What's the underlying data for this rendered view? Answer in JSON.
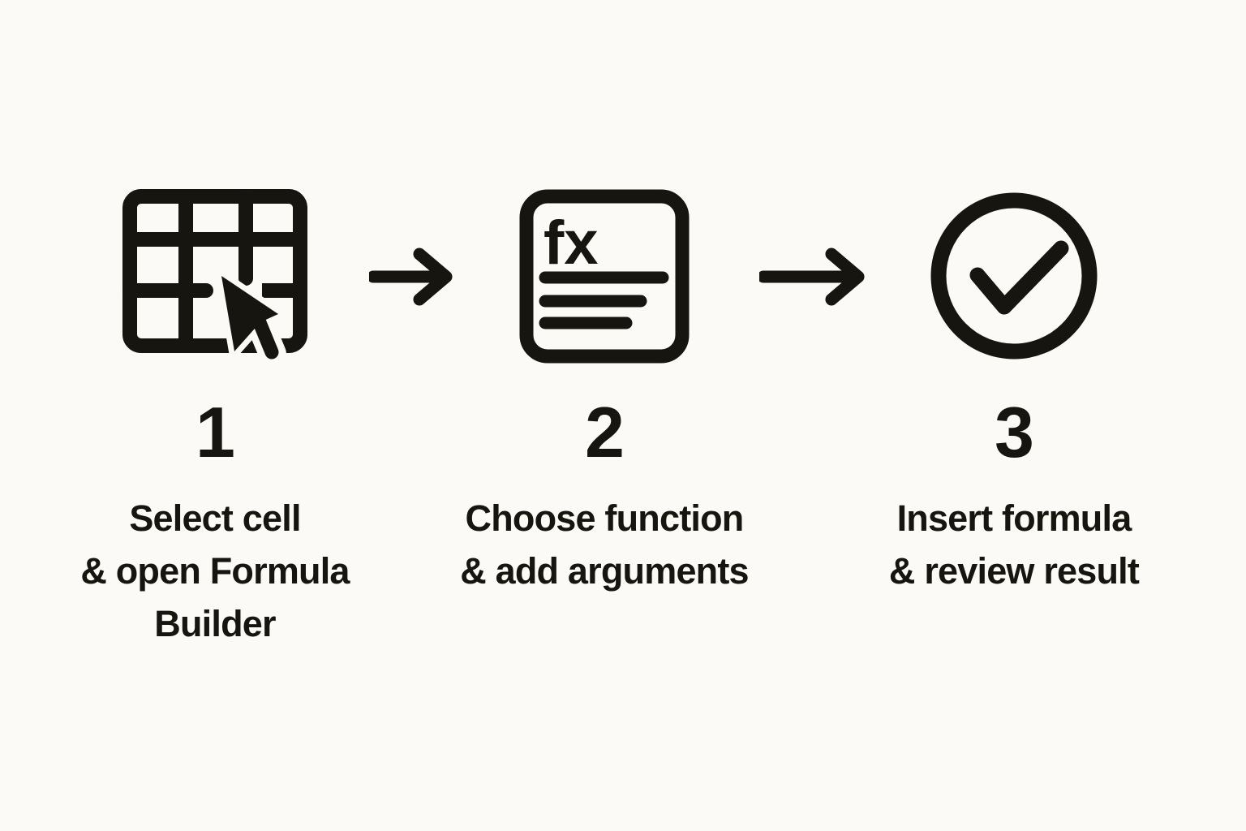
{
  "colors": {
    "background": "#fbfaf7",
    "ink": "#17150f"
  },
  "icons": {
    "step1": "table-with-cursor-icon",
    "step2": "fx-document-icon",
    "step3": "check-circle-icon",
    "between_steps": "right-arrow-icon",
    "fx_label": "fx"
  },
  "steps": [
    {
      "number": "1",
      "caption": "Select cell\n& open Formula\nBuilder"
    },
    {
      "number": "2",
      "caption": "Choose function\n& add arguments"
    },
    {
      "number": "3",
      "caption": "Insert formula\n& review result"
    }
  ]
}
